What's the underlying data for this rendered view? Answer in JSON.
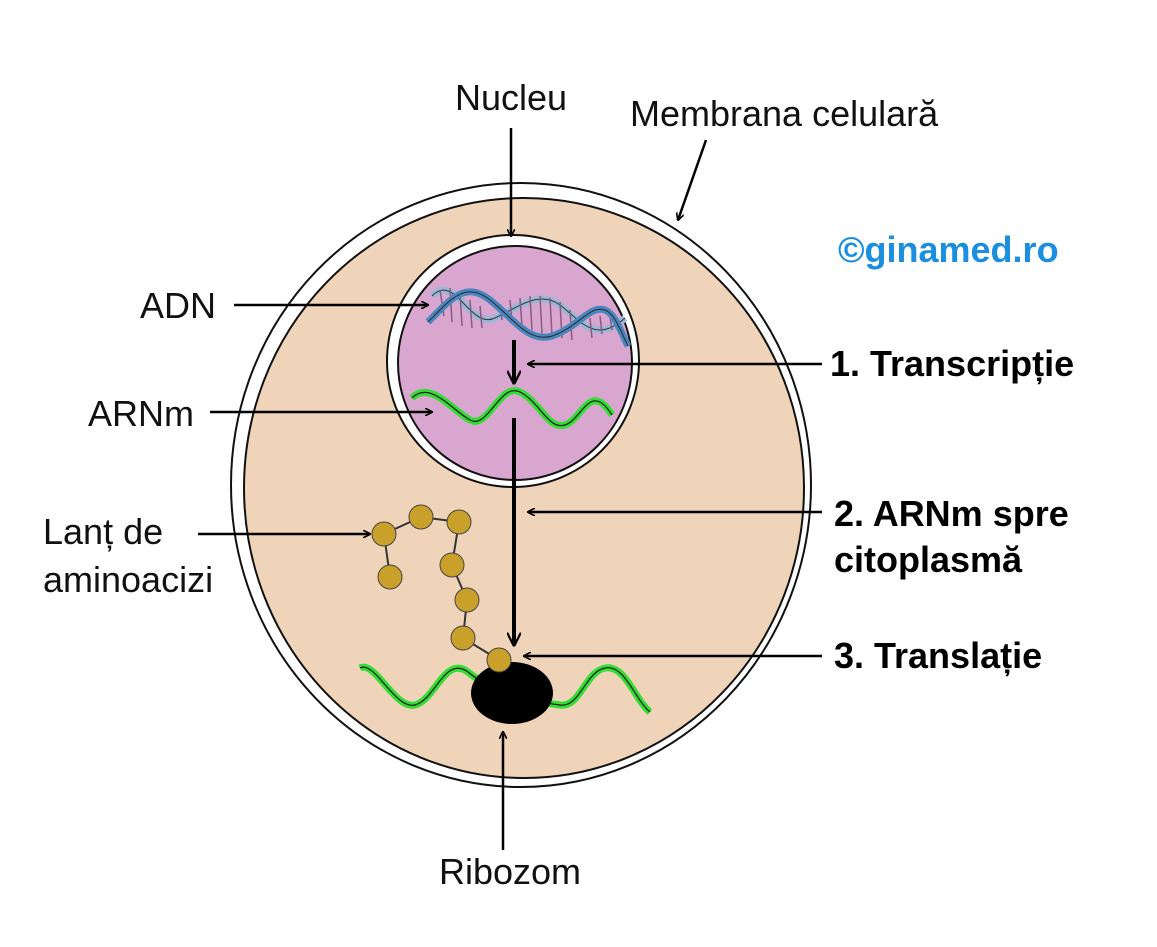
{
  "labels": {
    "nucleus": "Nucleu",
    "cell_membrane": "Membrana celulară",
    "dna": "ADN",
    "mrna": "ARNm",
    "amino_chain_line1": "Lanț de",
    "amino_chain_line2": "aminoacizi",
    "ribosome": "Ribozom"
  },
  "steps": {
    "step1": "1.  Transcripție",
    "step2_line1": "2. ARNm spre",
    "step2_line2": "citoplasmă",
    "step3": "3. Translație"
  },
  "watermark": "©ginamed.ro",
  "colors": {
    "cytoplasm": "#f0d4b9",
    "nucleoplasm": "#d9a6d0",
    "mrna": "#33dd33",
    "dna_strand": "#5b8fc4",
    "amino_acid": "#c9a12a",
    "ribosome": "#000000",
    "watermark": "#1a8fe0"
  }
}
